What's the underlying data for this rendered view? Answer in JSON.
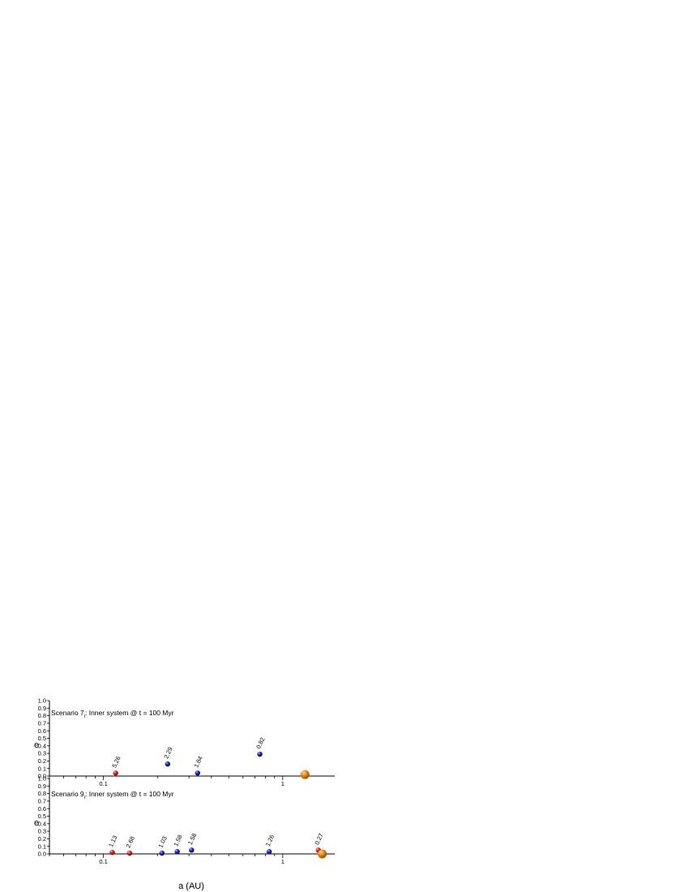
{
  "colors": {
    "red": "#e02010",
    "blue": "#1a22d8",
    "orange": "#f28a10",
    "axis": "#000000"
  },
  "chart_data": [
    {
      "type": "scatter",
      "title": "Scenario 7",
      "title_sub": "i",
      "title_rest": ": Inner system @ t = 100 Myr",
      "ylabel": "e",
      "xlabel": "",
      "xscale": "log",
      "xlim": [
        0.05,
        1.95
      ],
      "ylim": [
        0,
        1.0
      ],
      "y_ticks": [
        "0.0",
        "0.1",
        "0.2",
        "0.3",
        "0.4",
        "0.5",
        "0.6",
        "0.7",
        "0.8",
        "0.9",
        "1.0"
      ],
      "x_ticks": [
        "0.1",
        "1"
      ],
      "points": [
        {
          "a": 0.117,
          "e": 0.04,
          "label": "5.26",
          "color": "red",
          "size": "small"
        },
        {
          "a": 0.228,
          "e": 0.16,
          "label": "2.29",
          "color": "blue",
          "size": "small"
        },
        {
          "a": 0.335,
          "e": 0.04,
          "label": "1.84",
          "color": "blue",
          "size": "small"
        },
        {
          "a": 0.745,
          "e": 0.29,
          "label": "0.82",
          "color": "blue",
          "size": "small"
        },
        {
          "a": 1.33,
          "e": 0.02,
          "label": "",
          "color": "orange",
          "size": "large"
        }
      ]
    },
    {
      "type": "scatter",
      "title": "Scenario 9",
      "title_sub": "i",
      "title_rest": ": Inner system @ t = 100 Myr",
      "ylabel": "e",
      "xlabel": "a (AU)",
      "xscale": "log",
      "xlim": [
        0.05,
        1.95
      ],
      "ylim": [
        0,
        1.0
      ],
      "y_ticks": [
        "0.0",
        "0.1",
        "0.2",
        "0.3",
        "0.4",
        "0.5",
        "0.6",
        "0.7",
        "0.8",
        "0.9",
        "1.0"
      ],
      "x_ticks": [
        "0.1",
        "1"
      ],
      "points": [
        {
          "a": 0.112,
          "e": 0.02,
          "label": "1.13",
          "color": "red",
          "size": "small"
        },
        {
          "a": 0.14,
          "e": 0.01,
          "label": "2.68",
          "color": "red",
          "size": "small"
        },
        {
          "a": 0.212,
          "e": 0.01,
          "label": "1.03",
          "color": "blue",
          "size": "small"
        },
        {
          "a": 0.258,
          "e": 0.03,
          "label": "1.58",
          "color": "blue",
          "size": "small"
        },
        {
          "a": 0.31,
          "e": 0.05,
          "label": "1.58",
          "color": "blue",
          "size": "small"
        },
        {
          "a": 0.84,
          "e": 0.03,
          "label": "1.26",
          "color": "blue",
          "size": "small"
        },
        {
          "a": 1.58,
          "e": 0.05,
          "label": "0.27",
          "color": "red",
          "size": "small"
        },
        {
          "a": 1.66,
          "e": 0.0,
          "label": "",
          "color": "orange",
          "size": "large"
        }
      ]
    }
  ]
}
